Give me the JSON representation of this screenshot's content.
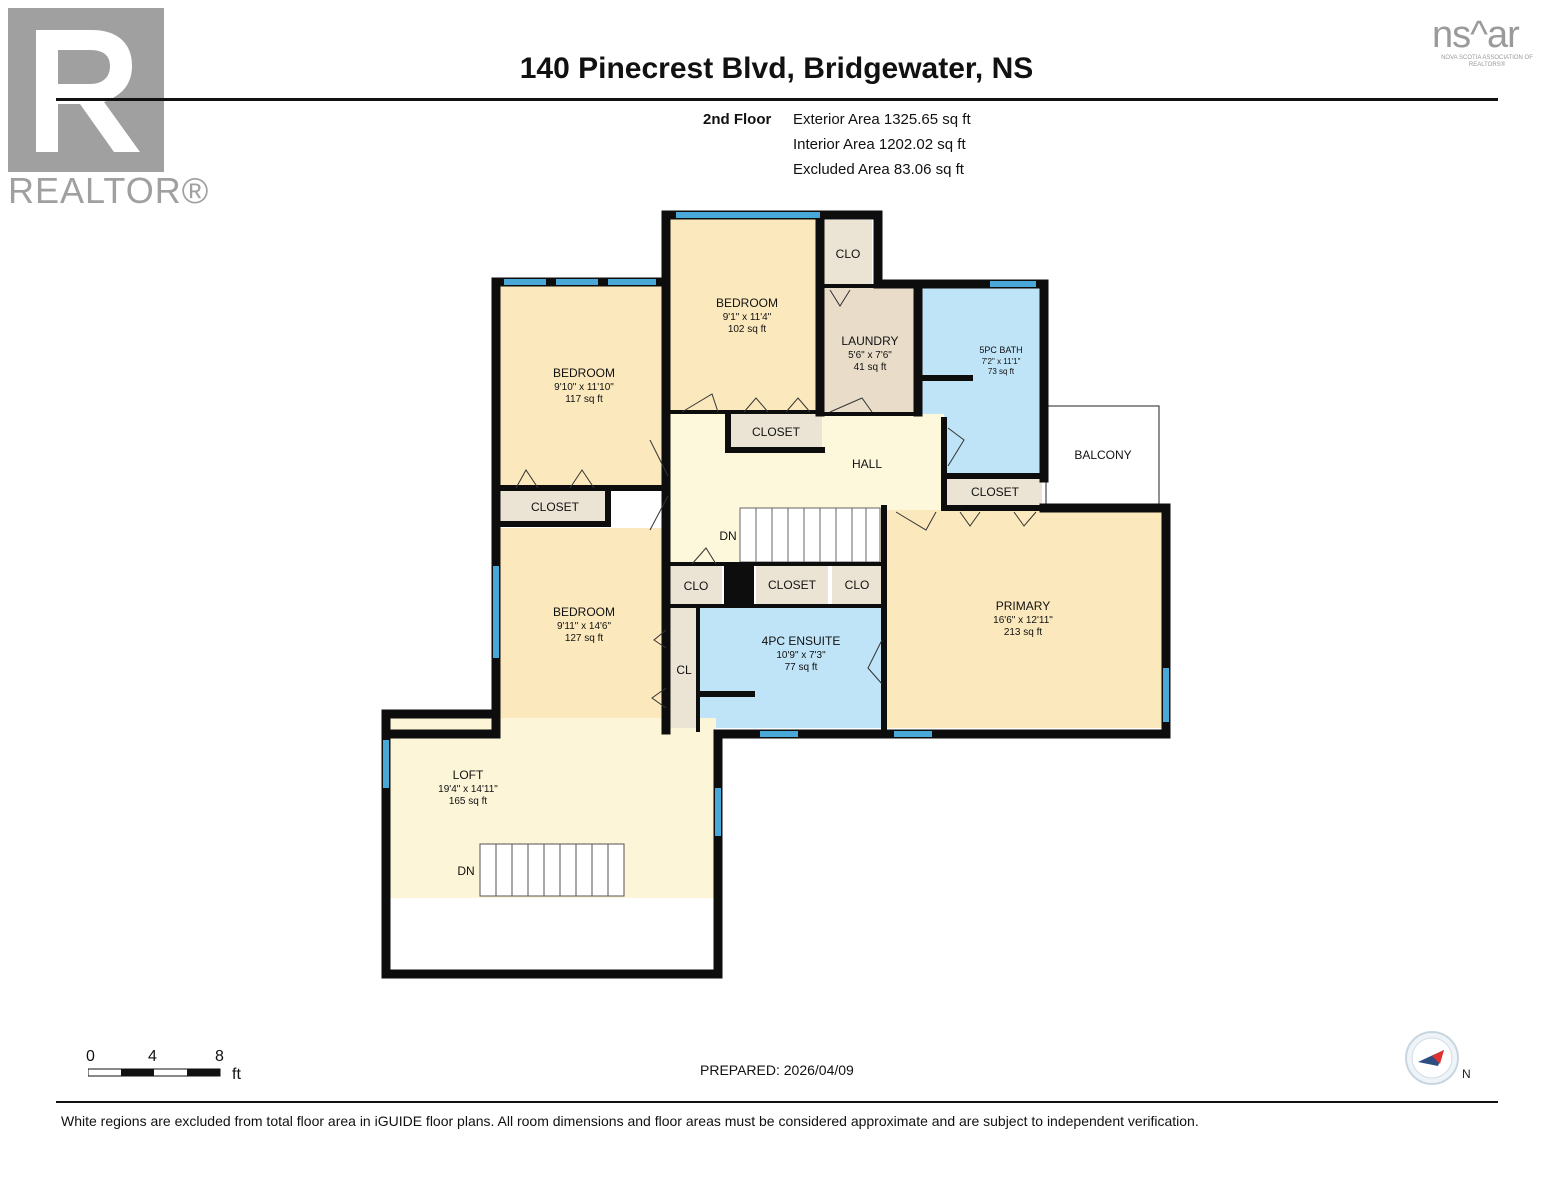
{
  "title": "140 Pinecrest Blvd, Bridgewater, NS",
  "logos": {
    "realtor": "REALTOR®",
    "nsar": "ns^ar",
    "nsar_sub": "NOVA SCOTIA ASSOCIATION OF REALTORS®"
  },
  "areas": {
    "floor": "2nd Floor",
    "exterior": "Exterior Area 1325.65 sq ft",
    "interior": "Interior Area 1202.02 sq ft",
    "excluded": "Excluded Area 83.06 sq ft"
  },
  "rooms": {
    "bedroom1": {
      "name": "BEDROOM",
      "dims": "9'1\" x 11'4\"",
      "area": "102 sq ft"
    },
    "bedroom2": {
      "name": "BEDROOM",
      "dims": "9'10\" x 11'10\"",
      "area": "117 sq ft"
    },
    "bedroom3": {
      "name": "BEDROOM",
      "dims": "9'11\" x 14'6\"",
      "area": "127 sq ft"
    },
    "laundry": {
      "name": "LAUNDRY",
      "dims": "5'6\" x 7'6\"",
      "area": "41 sq ft"
    },
    "bath5pc": {
      "name": "5PC BATH",
      "dims": "7'2\" x 11'1\"",
      "area": "73 sq ft"
    },
    "ensuite": {
      "name": "4PC ENSUITE",
      "dims": "10'9\" x 7'3\"",
      "area": "77 sq ft"
    },
    "primary": {
      "name": "PRIMARY",
      "dims": "16'6\" x 12'11\"",
      "area": "213 sq ft"
    },
    "loft": {
      "name": "LOFT",
      "dims": "19'4\" x 14'11\"",
      "area": "165 sq ft"
    },
    "hall": {
      "name": "HALL"
    },
    "balcony": {
      "name": "BALCONY"
    }
  },
  "small_labels": {
    "clo": "CLO",
    "closet": "CLOSET",
    "cl": "CL",
    "dn": "DN"
  },
  "scale": {
    "ticks": [
      "0",
      "4",
      "8"
    ],
    "unit": "ft"
  },
  "prepared": "PREPARED: 2026/04/09",
  "footer_note": "White regions are excluded from total floor area in iGUIDE floor plans. All room dimensions and floor areas must be considered approximate and are subject to independent verification.",
  "colors": {
    "bedroom": "#fbe9bd",
    "hall": "#fdf7dc",
    "loft": "#fdf5d8",
    "laundry": "#e9ddc9",
    "bath": "#bfe3f7",
    "closet": "#ebe3d4",
    "wall": "#0d0d0d",
    "window": "#4aa8d8"
  }
}
